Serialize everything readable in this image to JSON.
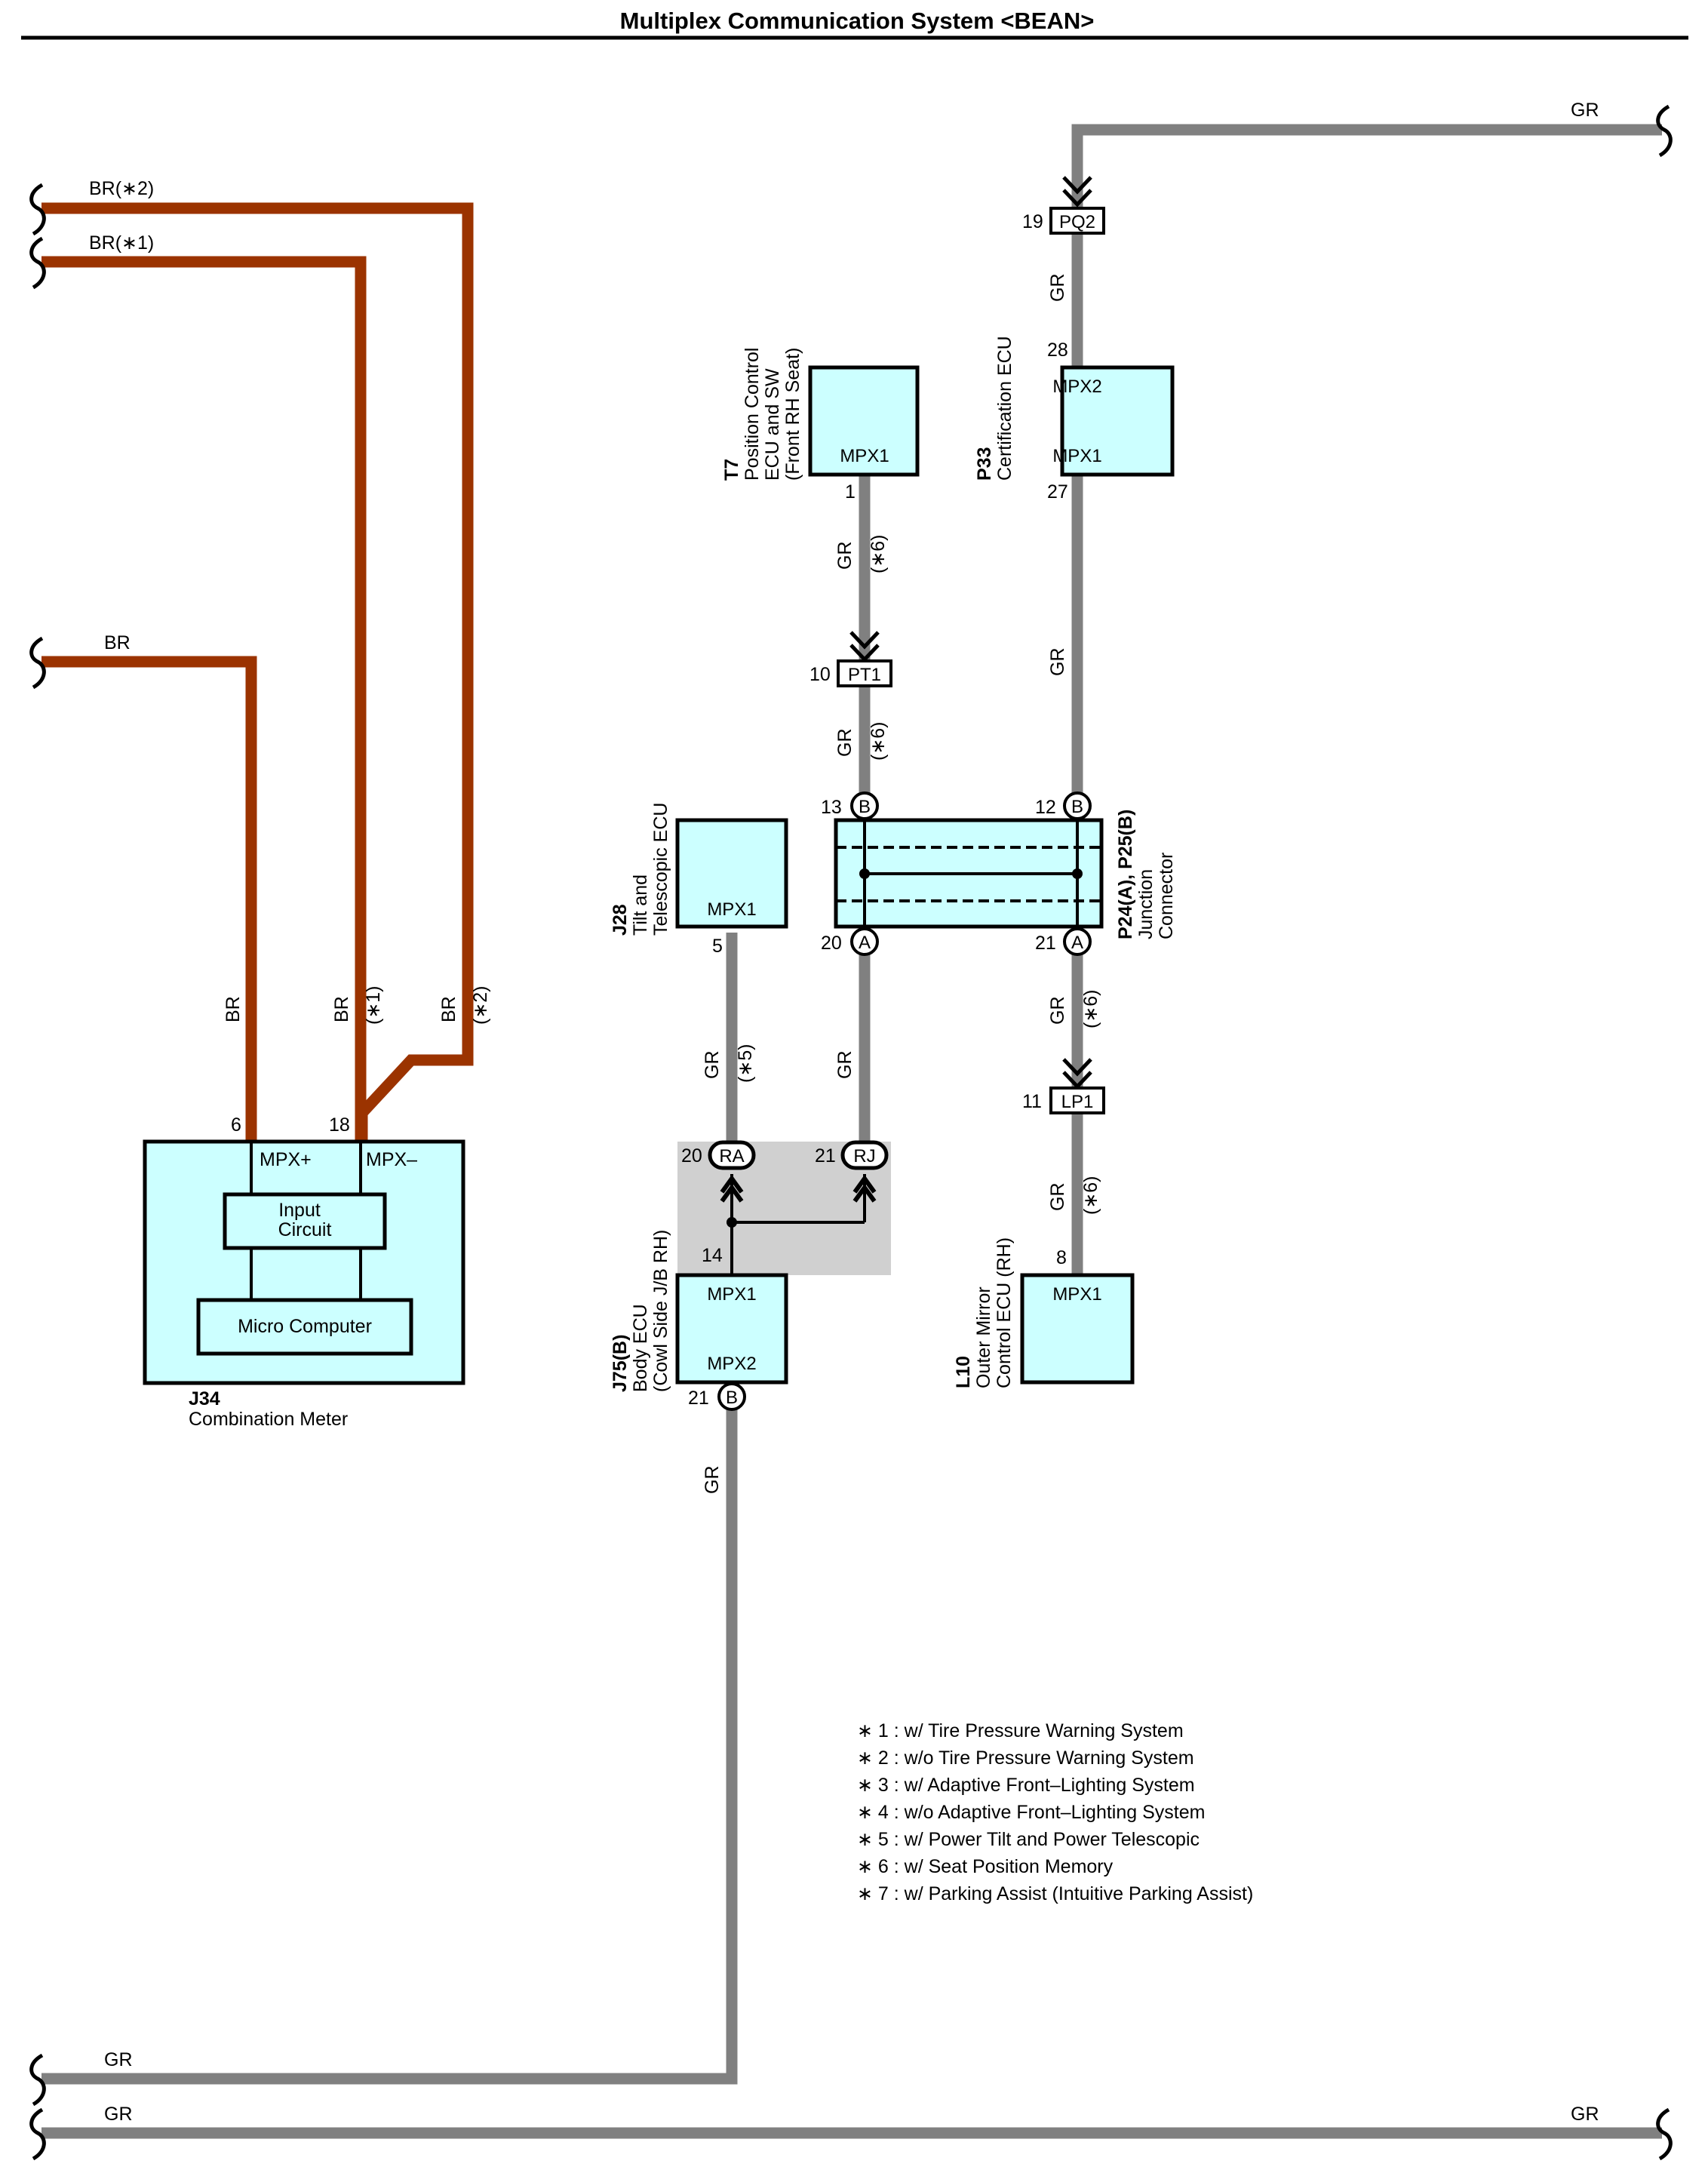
{
  "title": "Multiplex Communication System <BEAN>",
  "wire_colors": {
    "GR": "#808080",
    "BR": "#9b3300"
  },
  "components": {
    "combination_meter": {
      "code": "J34",
      "name": "Combination Meter",
      "pins": [
        "MPX+",
        "MPX–"
      ],
      "inner": [
        "Input",
        "Circuit",
        "Micro Computer"
      ],
      "pin_numbers": [
        "6",
        "18"
      ]
    },
    "position_control": {
      "code": "T7",
      "name_lines": [
        "Position Control",
        "ECU and SW",
        "(Front RH Seat)"
      ],
      "pin": "MPX1",
      "pin_number": "1"
    },
    "certification_ecu": {
      "code": "P33",
      "name": "Certification ECU",
      "pins": [
        "MPX2",
        "MPX1"
      ],
      "pin_numbers": [
        "28",
        "27"
      ]
    },
    "tilt_telescopic": {
      "code": "J28",
      "name_lines": [
        "Tilt and",
        "Telescopic ECU"
      ],
      "pin": "MPX1",
      "pin_number": "5"
    },
    "junction_connector": {
      "code": "P24(A), P25(B)",
      "name_lines": [
        "Junction",
        "Connector"
      ],
      "pins_top": [
        "13",
        "12"
      ],
      "pins_bottom": [
        "20",
        "21"
      ],
      "letters": [
        "B",
        "B",
        "A",
        "A"
      ]
    },
    "body_ecu": {
      "code": "J75(B)",
      "name_lines": [
        "Body ECU",
        "(Cowl Side J/B RH)"
      ],
      "pins": [
        "MPX1",
        "MPX2"
      ],
      "pin_numbers": [
        "14",
        "21"
      ],
      "letter": "B",
      "junction": [
        "20",
        "RA",
        "21",
        "RJ"
      ]
    },
    "outer_mirror": {
      "code": "L10",
      "name_lines": [
        "Outer Mirror",
        "Control ECU (RH)"
      ],
      "pin": "MPX1",
      "pin_number": "8"
    }
  },
  "connectors": {
    "pq2": {
      "pin": "19",
      "label": "PQ2"
    },
    "pt1": {
      "pin": "10",
      "label": "PT1"
    },
    "lp1": {
      "pin": "11",
      "label": "LP1"
    }
  },
  "wire_labels": {
    "br2": "BR(∗2)",
    "br1": "BR(∗1)",
    "br": "BR",
    "gr": "GR",
    "n1": "(∗1)",
    "n2": "(∗2)",
    "n5": "(∗5)",
    "n6": "(∗6)"
  },
  "notes": [
    "∗ 1 : w/ Tire Pressure Warning System",
    "∗ 2 : w/o Tire Pressure Warning System",
    "∗ 3 : w/ Adaptive Front–Lighting System",
    "∗ 4 : w/o Adaptive Front–Lighting System",
    "∗ 5 : w/ Power Tilt and Power Telescopic",
    "∗ 6 : w/ Seat Position Memory",
    "∗ 7 : w/ Parking Assist (Intuitive Parking Assist)"
  ]
}
